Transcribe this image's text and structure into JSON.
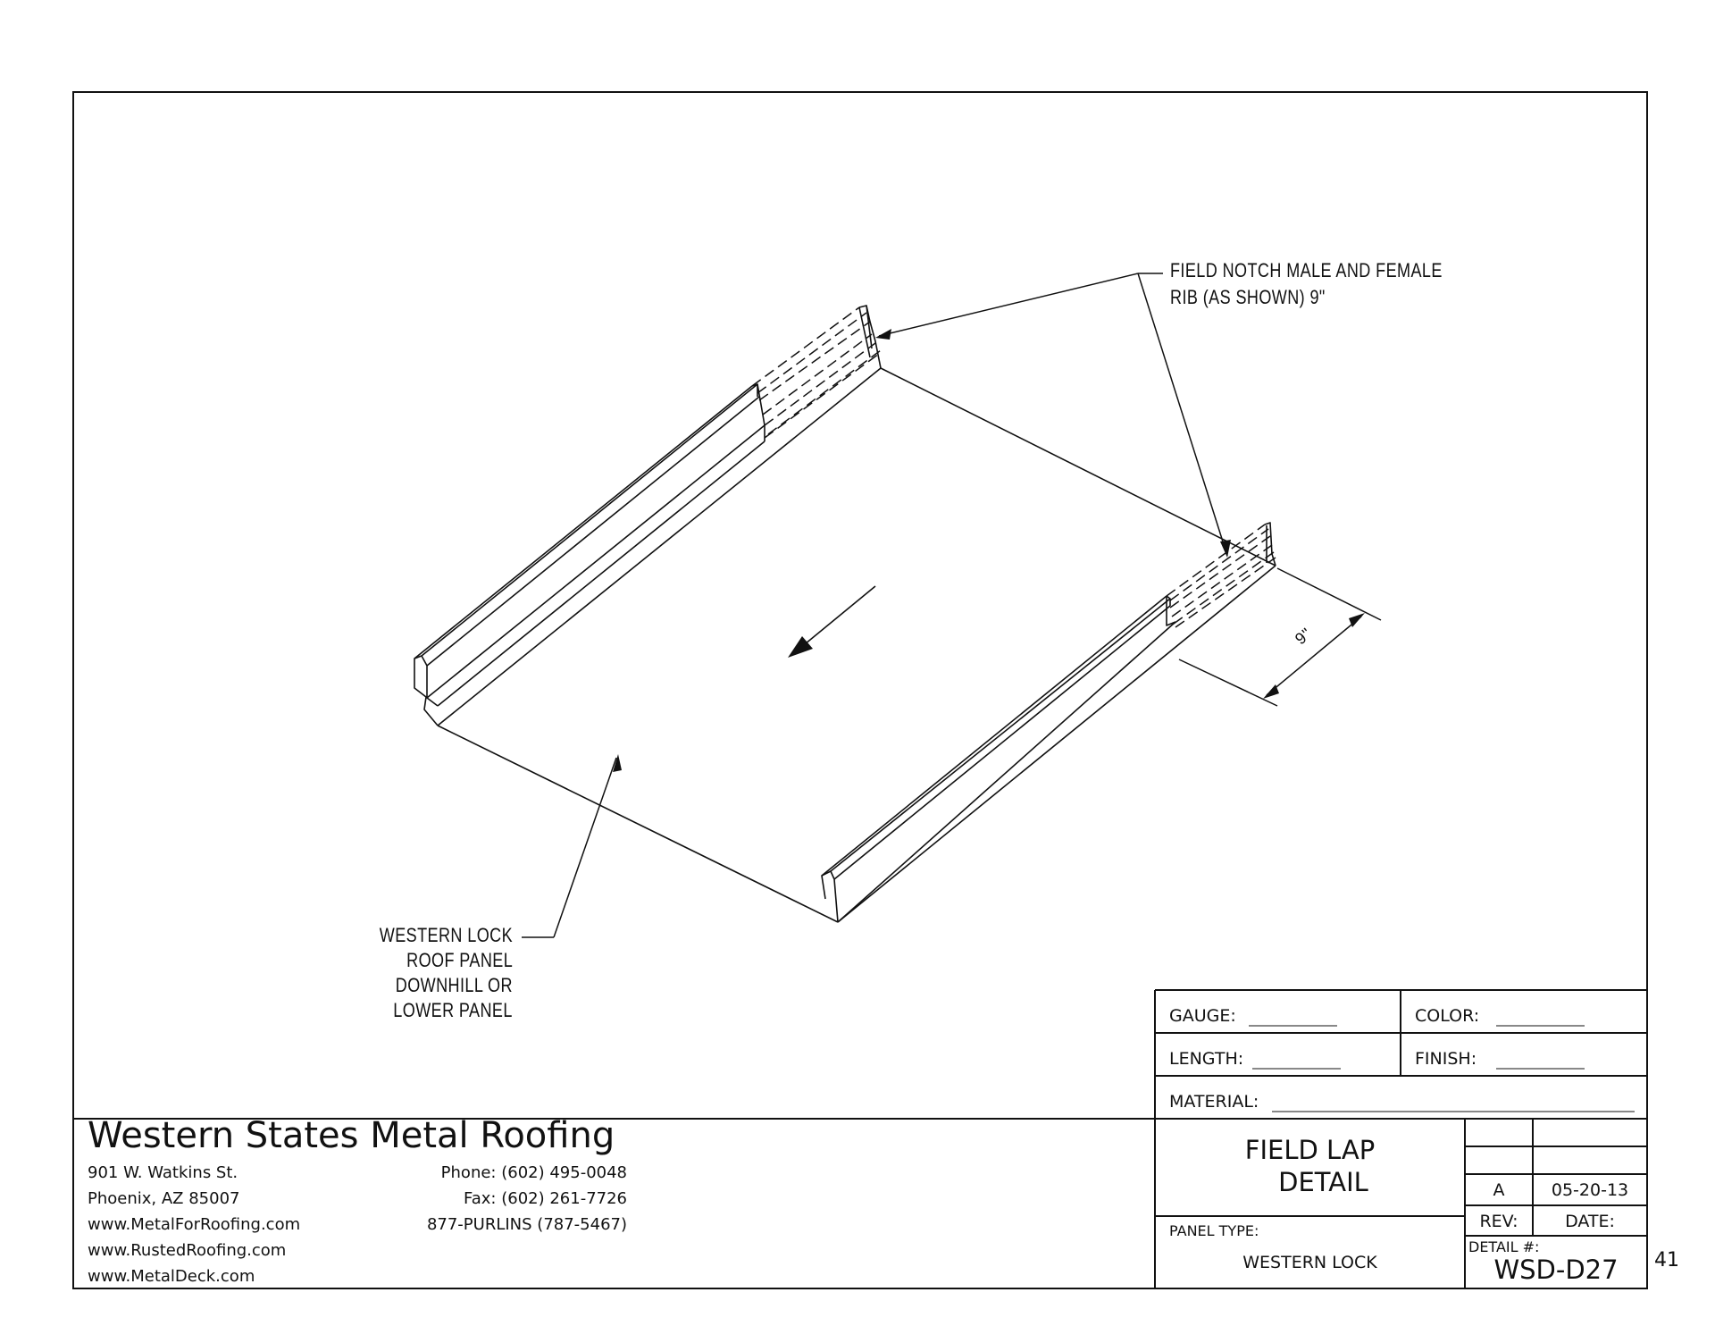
{
  "callouts": {
    "notch_line1": "FIELD NOTCH MALE AND FEMALE",
    "notch_line2": "RIB (AS SHOWN) 9\"",
    "panel_line1": "WESTERN LOCK",
    "panel_line2": "ROOF PANEL",
    "panel_line3": "DOWNHILL OR",
    "panel_line4": "LOWER PANEL",
    "dimension": "9\""
  },
  "company": {
    "name": "Western States Metal Roofing",
    "street": "901 W. Watkins St.",
    "city": "Phoenix, AZ 85007",
    "web1": "www.MetalForRoofing.com",
    "web2": "www.RustedRoofing.com",
    "web3": "www.MetalDeck.com",
    "phone": "Phone: (602) 495-0048",
    "fax": "Fax: (602) 261-7726",
    "tollfree": "877-PURLINS (787-5467)"
  },
  "title_block": {
    "gauge_label": "GAUGE:",
    "color_label": "COLOR:",
    "length_label": "LENGTH:",
    "finish_label": "FINISH:",
    "material_label": "MATERIAL:",
    "title_line1": "FIELD LAP",
    "title_line2": "DETAIL",
    "panel_type_label": "PANEL TYPE:",
    "panel_type_value": "WESTERN LOCK",
    "rev_value": "A",
    "date_value": "05-20-13",
    "rev_label": "REV:",
    "date_label": "DATE:",
    "detail_label": "DETAIL #:",
    "detail_number": "WSD-D27"
  },
  "page_number": "41"
}
